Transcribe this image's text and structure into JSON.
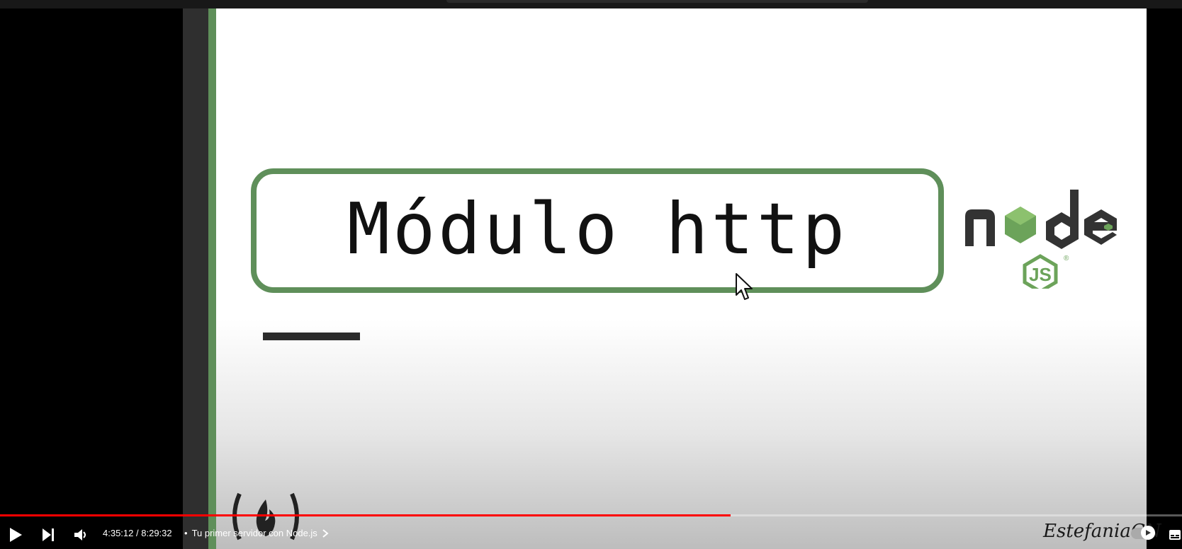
{
  "player": {
    "slide_title": "Módulo http",
    "time_current": "4:35:12",
    "time_separator": "/",
    "time_total": "8:29:32",
    "chapter_bullet": "•",
    "chapter_title": "Tu primer servidor con Node.js",
    "watermark": "EstefaniaCN",
    "progress": 0.618,
    "accent_color": "#ff0000",
    "slide_accent_color": "#5f8f5a"
  },
  "icons": {
    "play": "play-icon",
    "next": "next-icon",
    "volume": "volume-icon",
    "chapter_chevron": "chevron-right-icon",
    "autoplay": "autoplay-toggle-icon",
    "subtitles": "subtitles-icon",
    "node_logo": "nodejs-logo",
    "fcc_logo": "freecodecamp-logo"
  },
  "logos": {
    "node_text": "node",
    "node_js_text": "JS"
  }
}
